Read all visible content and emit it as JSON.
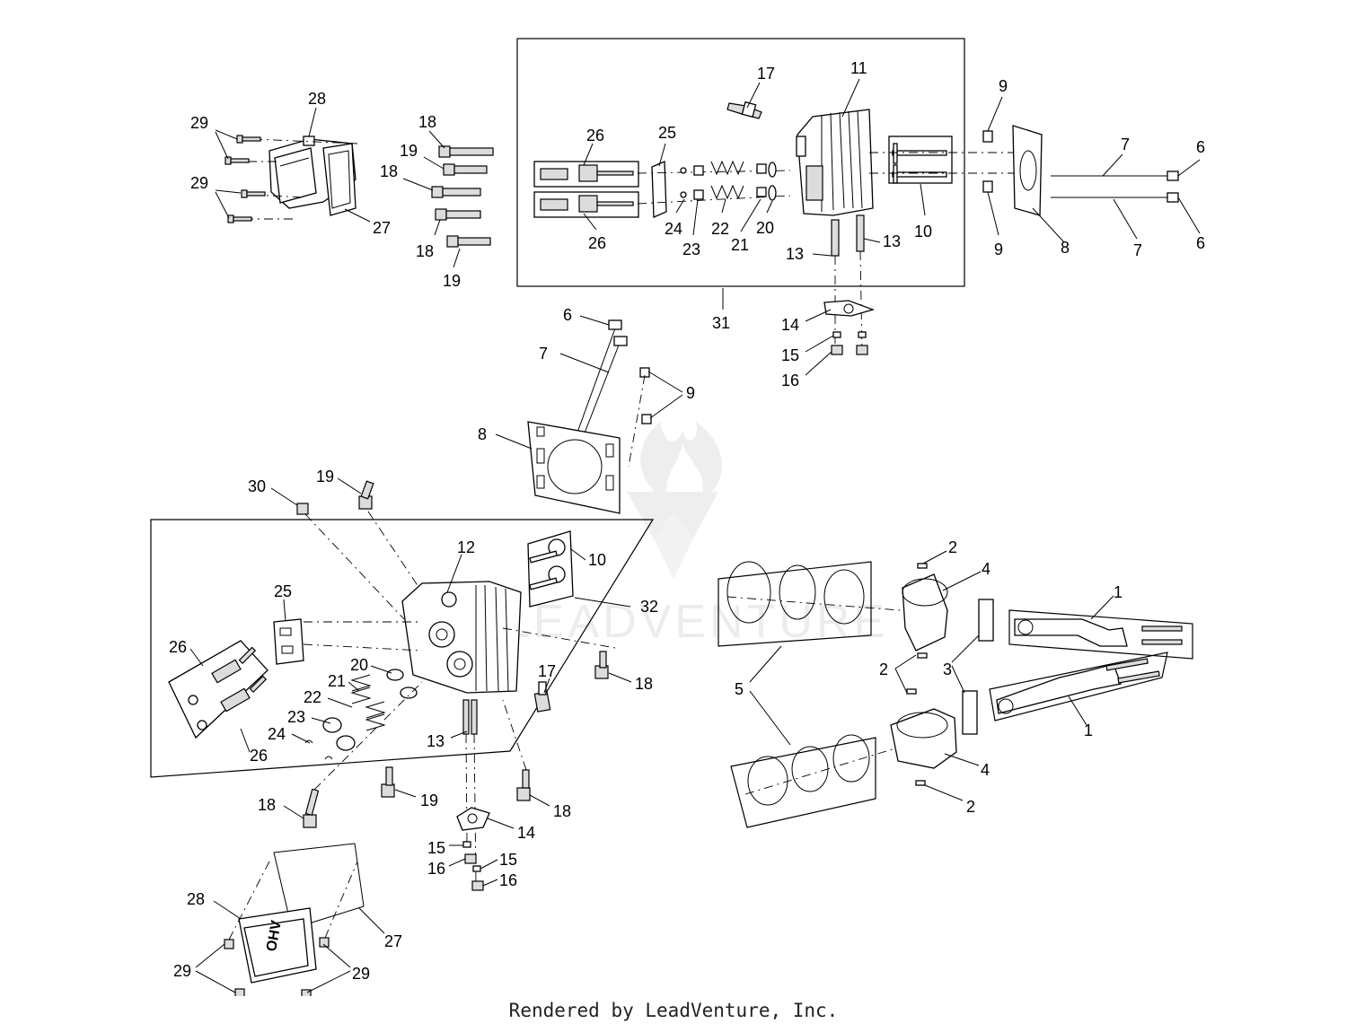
{
  "callouts": {
    "c1a": "1",
    "c1b": "1",
    "c2a": "2",
    "c2b": "2",
    "c2c": "2",
    "c3": "3",
    "c4a": "4",
    "c4b": "4",
    "c5": "5",
    "c6a": "6",
    "c6b": "6",
    "c6c": "6",
    "c7a": "7",
    "c7b": "7",
    "c7c": "7",
    "c8a": "8",
    "c8b": "8",
    "c9a": "9",
    "c9b": "9",
    "c9c": "9",
    "c10a": "10",
    "c10b": "10",
    "c11": "11",
    "c12": "12",
    "c13a": "13",
    "c13b": "13",
    "c13c": "13",
    "c14a": "14",
    "c14b": "14",
    "c15a": "15",
    "c15b": "15",
    "c15c": "15",
    "c16a": "16",
    "c16b": "16",
    "c16c": "16",
    "c17a": "17",
    "c17b": "17",
    "c18a": "18",
    "c18b": "18",
    "c18c": "18",
    "c18d": "18",
    "c18e": "18",
    "c18f": "18",
    "c19a": "19",
    "c19b": "19",
    "c19c": "19",
    "c19d": "19",
    "c20a": "20",
    "c20b": "20",
    "c21a": "21",
    "c21b": "21",
    "c22a": "22",
    "c22b": "22",
    "c23a": "23",
    "c23b": "23",
    "c24a": "24",
    "c24b": "24",
    "c25a": "25",
    "c25b": "25",
    "c26a": "26",
    "c26b": "26",
    "c26c": "26",
    "c26d": "26",
    "c27a": "27",
    "c27b": "27",
    "c28a": "28",
    "c28b": "28",
    "c29a": "29",
    "c29b": "29",
    "c29c": "29",
    "c29d": "29",
    "c30": "30",
    "c31": "31",
    "c32": "32"
  },
  "watermark": "LEADVENTURE",
  "footer": "Rendered by LeadVenture, Inc."
}
